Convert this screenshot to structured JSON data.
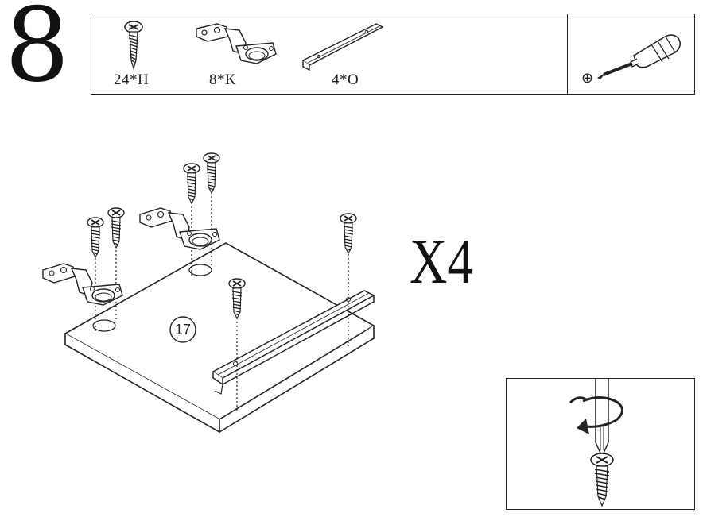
{
  "step": {
    "number": "8"
  },
  "parts": {
    "screw_label": "24*H",
    "hinge_label": "8*K",
    "rail_label": "4*O",
    "tool_icon": "phillips-screwdriver-icon",
    "tool_symbol": "⊕"
  },
  "assembly": {
    "panel_number": "17",
    "multiplier": "X4"
  },
  "detail": {
    "action_icon": "rotate-clockwise-icon"
  }
}
